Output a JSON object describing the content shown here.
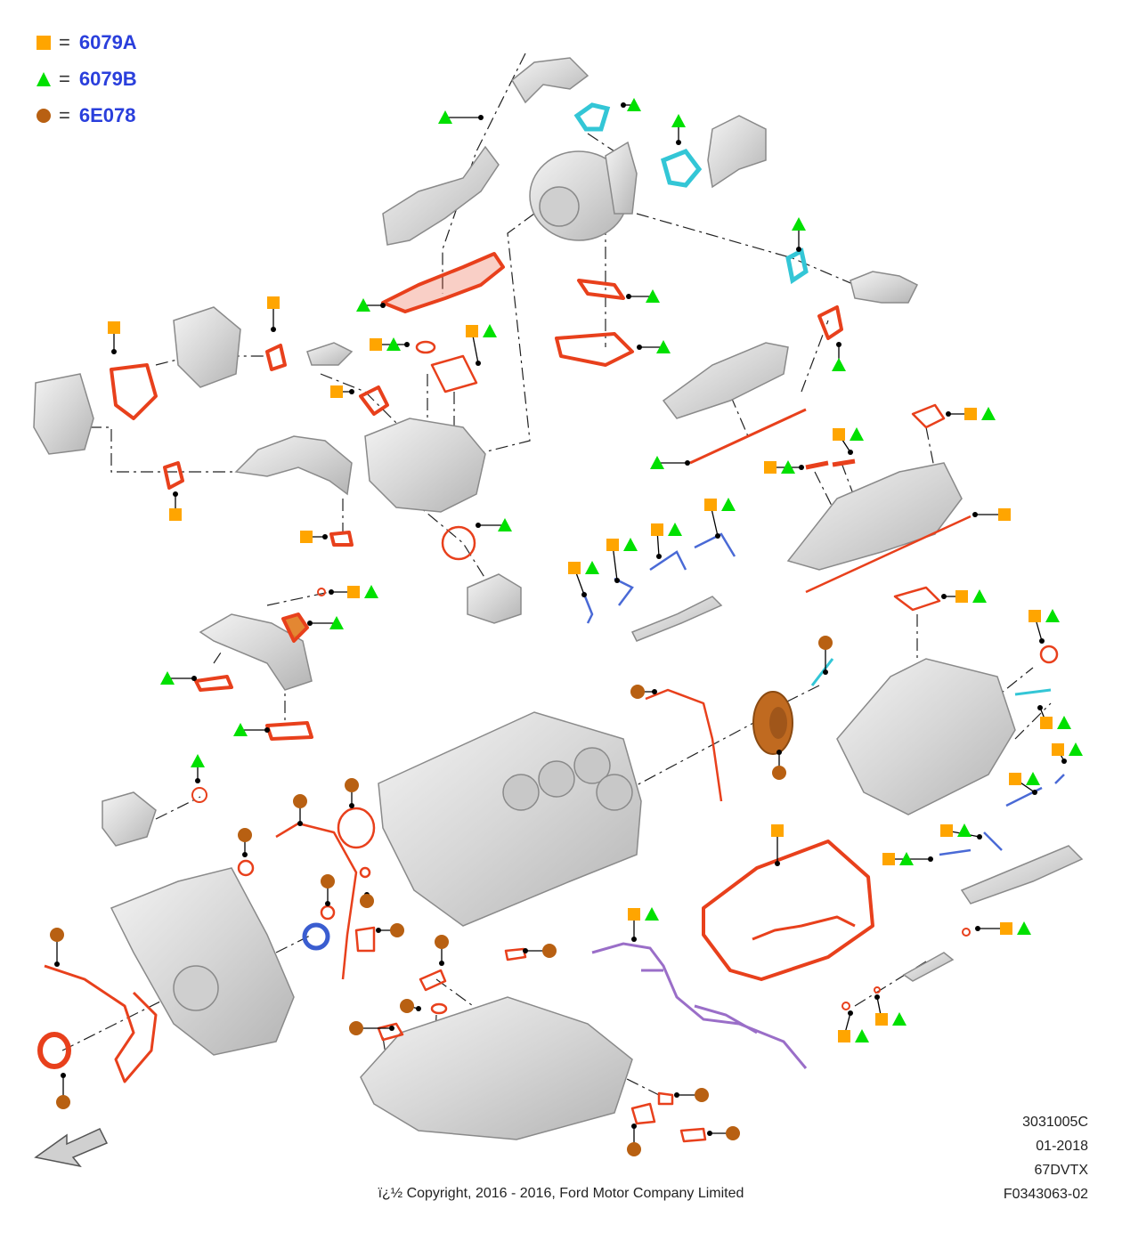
{
  "legend": [
    {
      "symbol": "square",
      "code": "6079A"
    },
    {
      "symbol": "triangle",
      "code": "6079B"
    },
    {
      "symbol": "circle",
      "code": "6E078"
    }
  ],
  "colors": {
    "square": "#ffa500",
    "triangle": "#00e000",
    "circle": "#b86012",
    "legend_text": "#2a3fdc",
    "gasket": "#e8401c",
    "clamp": "#33c6d6",
    "harness": "#4a6ad6",
    "purple_harness": "#9a6ec8",
    "part_fill": "#e6e6e6",
    "part_stroke": "#8a8a8a"
  },
  "info": {
    "illustration_no": "3031005C",
    "date": "01-2018",
    "engine": "67DVTX",
    "figure_no": "F0343063-02"
  },
  "copyright": "ï¿½ Copyright, 2016 - 2016, Ford Motor Company Limited"
}
